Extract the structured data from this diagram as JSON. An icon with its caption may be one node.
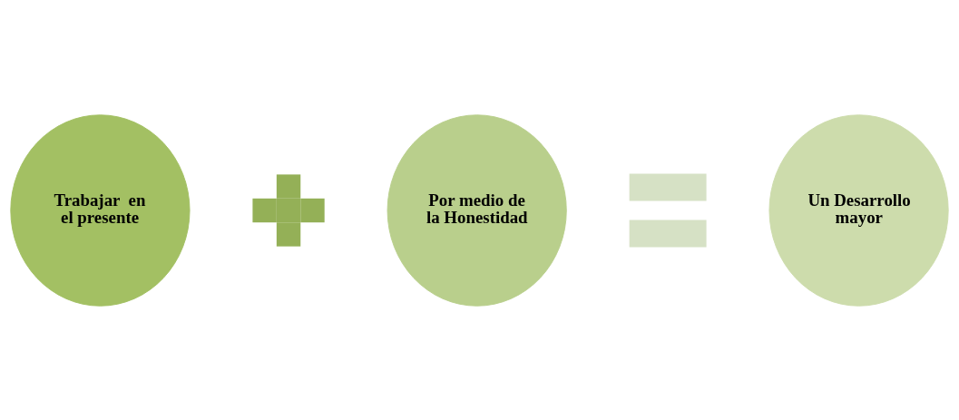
{
  "diagram": {
    "nodes": [
      {
        "text": [
          "Trabajar  en el presente"
        ]
      },
      {
        "text": [],
        "shape": "plus"
      },
      {
        "text": [
          "Por medio de la Honestidad"
        ]
      },
      {
        "text": [],
        "shape": "equals"
      },
      {
        "text": [
          "Un Desarrollo mayor"
        ]
      }
    ]
  }
}
